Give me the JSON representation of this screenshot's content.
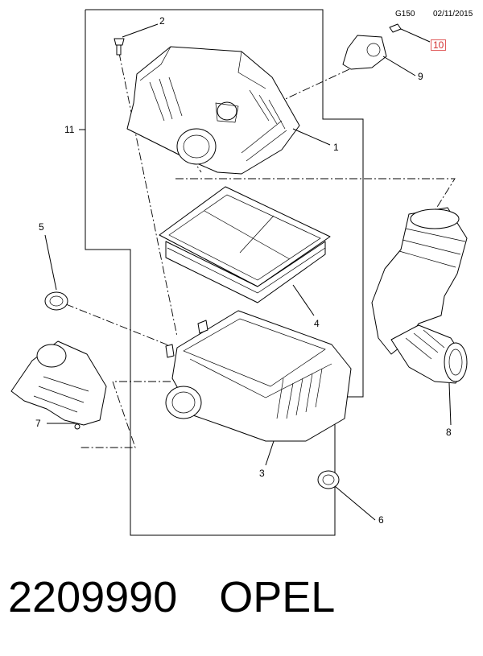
{
  "header": {
    "code": "G150",
    "date": "02/11/2015"
  },
  "callouts": [
    "1",
    "2",
    "3",
    "4",
    "5",
    "6",
    "7",
    "8",
    "9",
    "10",
    "11"
  ],
  "highlighted_callout": "10",
  "footer": {
    "part_number": "2209990",
    "brand": "OPEL"
  }
}
